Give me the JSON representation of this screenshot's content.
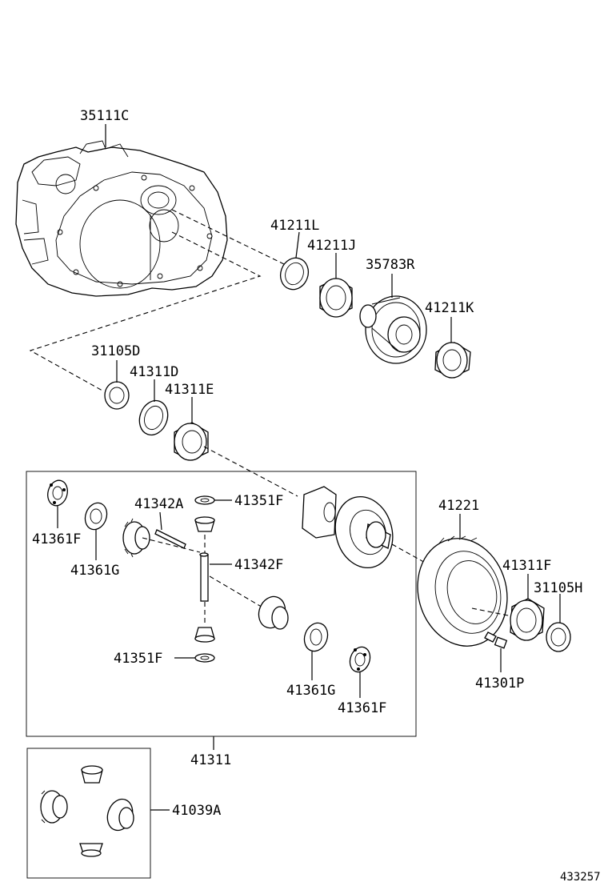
{
  "labels": {
    "p35111C": "35111C",
    "p41211L": "41211L",
    "p41211J": "41211J",
    "p35783R": "35783R",
    "p41211K": "41211K",
    "p31105D": "31105D",
    "p41311D": "41311D",
    "p41311E": "41311E",
    "p41342A": "41342A",
    "p41351F_top": "41351F",
    "p41221": "41221",
    "p41361F_left": "41361F",
    "p41361G_left": "41361G",
    "p41342F": "41342F",
    "p41311F": "41311F",
    "p31105H": "31105H",
    "p41351F_bottom": "41351F",
    "p41361G_right": "41361G",
    "p41361F_right": "41361F",
    "p41301P": "41301P",
    "p41311": "41311",
    "p41039A": "41039A",
    "diagram_number": "433257"
  }
}
